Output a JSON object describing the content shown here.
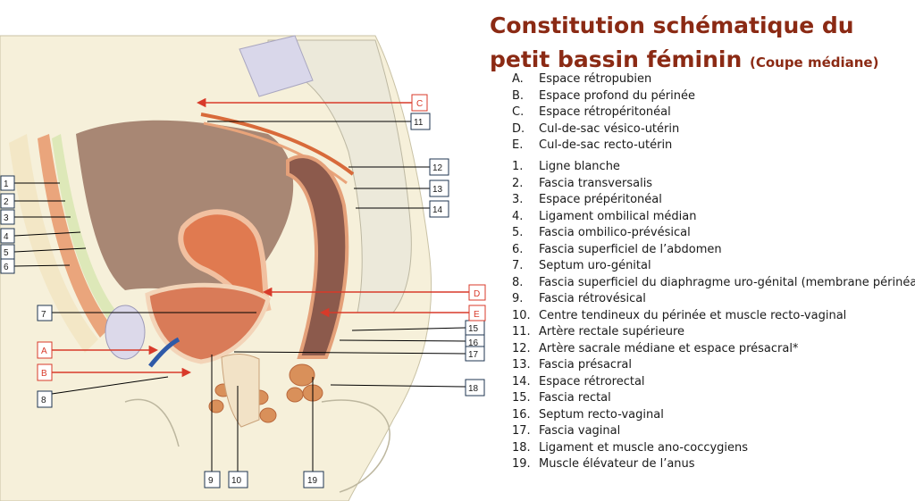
{
  "title": "Constitution schématique du petit bassin féminin",
  "subtitle": "(Coupe médiane)",
  "legend_letters": [
    {
      "key": "A.",
      "text": "Espace rétropubien"
    },
    {
      "key": "B.",
      "text": "Espace profond du périnée"
    },
    {
      "key": "C.",
      "text": "Espace rétropéritonéal"
    },
    {
      "key": "D.",
      "text": "Cul-de-sac vésico-utérin"
    },
    {
      "key": "E.",
      "text": "Cul-de-sac recto-utérin"
    }
  ],
  "legend_numbers": [
    {
      "key": "1.",
      "text": "Ligne blanche"
    },
    {
      "key": "2.",
      "text": "Fascia transversalis"
    },
    {
      "key": "3.",
      "text": "Espace prépéritonéal"
    },
    {
      "key": "4.",
      "text": "Ligament ombilical médian"
    },
    {
      "key": "5.",
      "text": "Fascia ombilico-prévésical"
    },
    {
      "key": "6.",
      "text": "Fascia superficiel de l’abdomen"
    },
    {
      "key": "7.",
      "text": "Septum uro-génital"
    },
    {
      "key": "8.",
      "text": "Fascia superficiel du diaphragme uro-génital (membrane périnéale)"
    },
    {
      "key": "9.",
      "text": "Fascia rétrovésical"
    },
    {
      "key": "10.",
      "text": "Centre tendineux du périnée et muscle recto-vaginal"
    },
    {
      "key": "11.",
      "text": "Artère rectale supérieure"
    },
    {
      "key": "12.",
      "text": "Artère sacrale médiane et espace présacral*"
    },
    {
      "key": "13.",
      "text": "Fascia présacral"
    },
    {
      "key": "14.",
      "text": "Espace rétrorectal"
    },
    {
      "key": "15.",
      "text": "Fascia rectal"
    },
    {
      "key": "16.",
      "text": "Septum recto-vaginal"
    },
    {
      "key": "17.",
      "text": "Fascia vaginal"
    },
    {
      "key": "18.",
      "text": "Ligament et muscle ano-coccygiens"
    },
    {
      "key": "19.",
      "text": "Muscle élévateur de l’anus"
    }
  ],
  "callouts": {
    "n1": "1",
    "n2": "2",
    "n3": "3",
    "n4": "4",
    "n5": "5",
    "n6": "6",
    "n7": "7",
    "n8": "8",
    "n9": "9",
    "n10": "10",
    "n11": "11",
    "n12": "12",
    "n13": "13",
    "n14": "14",
    "n15": "15",
    "n16": "16",
    "n17": "17",
    "n18": "18",
    "n19": "19",
    "A": "A",
    "B": "B",
    "C": "C",
    "D": "D",
    "E": "E"
  },
  "colors": {
    "title": "#8b2a14",
    "red_callout": "#d83a2a",
    "black_callout": "#1f3550",
    "peritoneum_cavity": "#a88774",
    "fascia_green": "#dbe7b8",
    "muscle_orange": "#e88a55",
    "bone": "#e9e6d6",
    "skin": "#f5edd4"
  }
}
